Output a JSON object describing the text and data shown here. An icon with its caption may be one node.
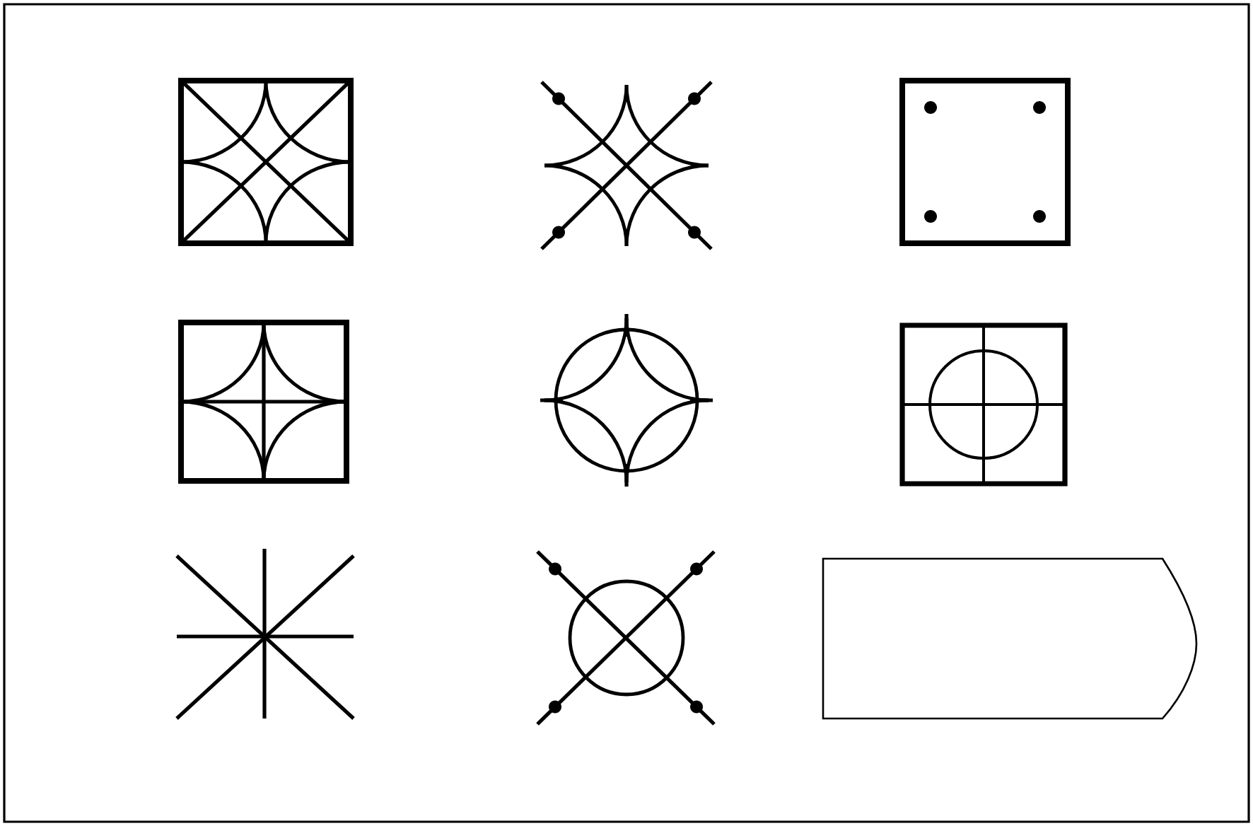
{
  "diagram": {
    "nodes": [
      {
        "text": [],
        "shape": "picture"
      },
      {
        "text": [],
        "shape": "picture"
      },
      {
        "text": [],
        "shape": "picture"
      },
      {
        "text": [],
        "shape": "picture"
      },
      {
        "text": [],
        "shape": "picture"
      },
      {
        "text": [],
        "shape": "picture"
      },
      {
        "text": [],
        "shape": "picture"
      },
      {
        "text": [],
        "shape": "picture"
      },
      {
        "text": [],
        "shape": "box"
      }
    ]
  }
}
